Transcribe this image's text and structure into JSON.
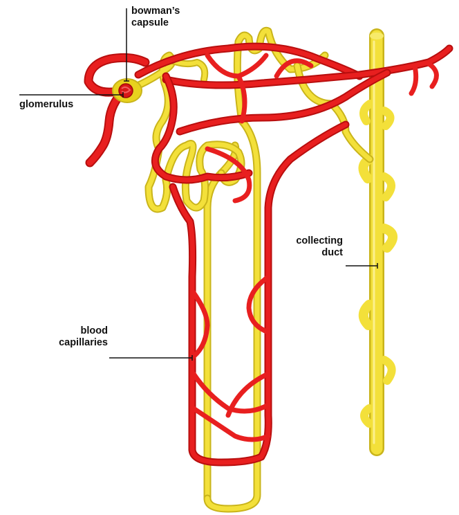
{
  "labels": {
    "bowmans_capsule": {
      "line1": "bowman’s",
      "line2": "capsule"
    },
    "glomerulus": "glomerulus",
    "collecting_duct": {
      "line1": "collecting",
      "line2": "duct"
    },
    "blood_capillaries": {
      "line1": "blood",
      "line2": "capillaries"
    }
  },
  "colors": {
    "vessel": "#e81f1f",
    "vessel_dark": "#b80e0e",
    "tubule": "#f3e03a",
    "tubule_dark": "#c9b41a",
    "leader_line": "#111111"
  }
}
